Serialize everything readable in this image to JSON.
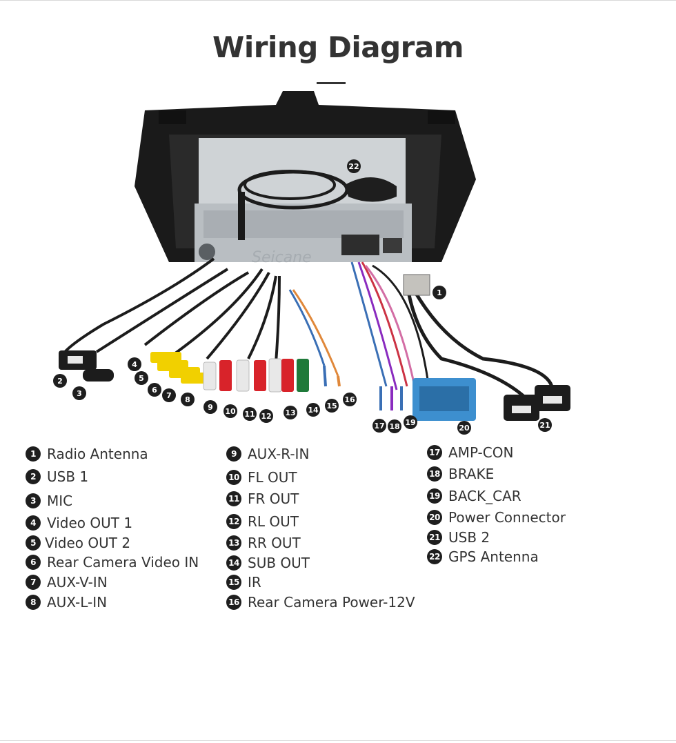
{
  "title": "Wiring Diagram",
  "watermark": "Seicane",
  "photo_callouts": [
    "1",
    "2",
    "3",
    "4",
    "5",
    "6",
    "7",
    "8",
    "9",
    "10",
    "11",
    "12",
    "13",
    "14",
    "15",
    "16",
    "17",
    "18",
    "19",
    "20",
    "21",
    "22"
  ],
  "legend": [
    {
      "num": "1",
      "label": "Radio Antenna"
    },
    {
      "num": "2",
      "label": "USB 1"
    },
    {
      "num": "3",
      "label": "MIC"
    },
    {
      "num": "4",
      "label": "Video OUT 1"
    },
    {
      "num": "5",
      "label": "Video OUT 2"
    },
    {
      "num": "6",
      "label": "Rear Camera Video IN"
    },
    {
      "num": "7",
      "label": "AUX-V-IN"
    },
    {
      "num": "8",
      "label": "AUX-L-IN"
    },
    {
      "num": "9",
      "label": "AUX-R-IN"
    },
    {
      "num": "10",
      "label": "FL OUT"
    },
    {
      "num": "11",
      "label": "FR OUT"
    },
    {
      "num": "12",
      "label": "RL OUT"
    },
    {
      "num": "13",
      "label": "RR OUT"
    },
    {
      "num": "14",
      "label": "SUB OUT"
    },
    {
      "num": "15",
      "label": "IR"
    },
    {
      "num": "16",
      "label": "Rear Camera Power-12V"
    },
    {
      "num": "17",
      "label": "AMP-CON"
    },
    {
      "num": "18",
      "label": "BRAKE"
    },
    {
      "num": "19",
      "label": "BACK_CAR"
    },
    {
      "num": "20",
      "label": "Power Connector"
    },
    {
      "num": "21",
      "label": "USB 2"
    },
    {
      "num": "22",
      "label": "GPS Antenna"
    }
  ]
}
